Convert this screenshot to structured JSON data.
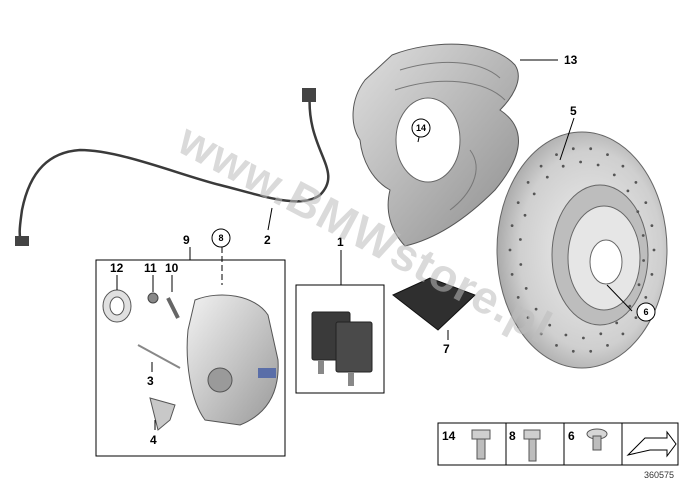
{
  "diagram": {
    "watermark": "www.BMWstore.pl",
    "reference_number": "360575",
    "callouts": {
      "p1": "1",
      "p2": "2",
      "p3": "3",
      "p4": "4",
      "p5": "5",
      "p6": "6",
      "p7": "7",
      "p8": "8",
      "p9": "9",
      "p10": "10",
      "p11": "11",
      "p12": "12",
      "p13": "13",
      "p14": "14"
    },
    "legend": {
      "item_14": "14",
      "item_8": "8",
      "item_6": "6"
    },
    "colors": {
      "metal_light": "#d9d9d9",
      "metal_dark": "#8c8c8c",
      "pad_dark": "#3a3a3a",
      "line": "#000000"
    }
  }
}
